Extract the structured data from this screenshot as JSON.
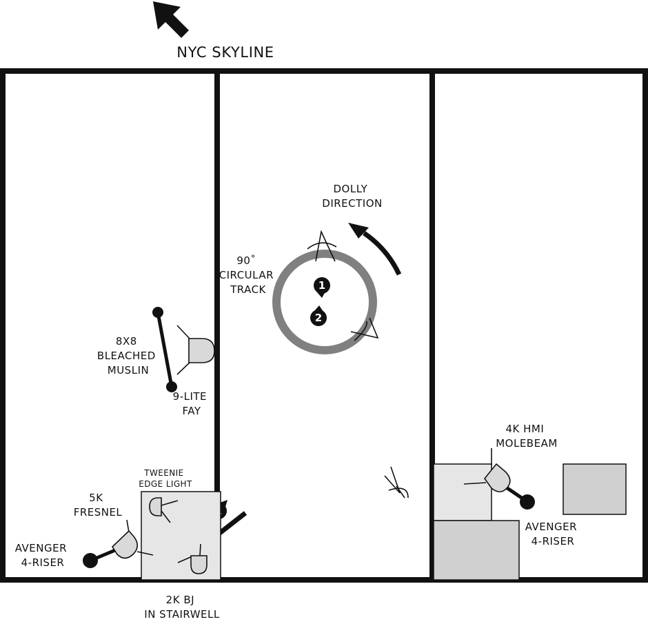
{
  "title": "NYC SKYLINE",
  "labels": {
    "dolly_direction": [
      "DOLLY",
      "DIRECTION"
    ],
    "circular_track": [
      "90˚",
      "CIRCULAR",
      "TRACK"
    ],
    "muslin": [
      "8X8",
      "BLEACHED",
      "MUSLIN"
    ],
    "fay": [
      "9-LITE",
      "FAY"
    ],
    "tweenie": [
      "TWEENIE",
      "EDGE LIGHT"
    ],
    "fresnel": [
      "5K",
      "FRESNEL"
    ],
    "avenger_left": [
      "AVENGER",
      "4-RISER"
    ],
    "bj": [
      "2K BJ",
      "IN STAIRWELL"
    ],
    "hmi": [
      "4K HMI",
      "MOLEBEAM"
    ],
    "avenger_right": [
      "AVENGER",
      "4-RISER"
    ]
  },
  "camera_markers": [
    "1",
    "2",
    "1"
  ],
  "colors": {
    "line": "#111111",
    "track": "#808080",
    "fixture_fill": "#d9d9d9",
    "platform_light": "#e6e6e6",
    "platform_mid": "#d0d0d0"
  }
}
